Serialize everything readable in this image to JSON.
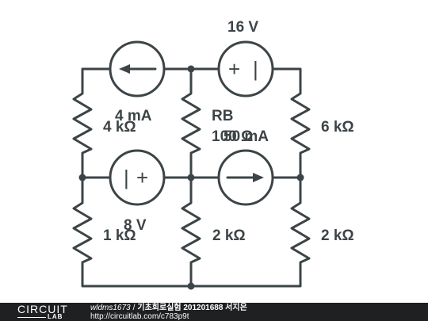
{
  "circuit": {
    "components": {
      "src_4mA": {
        "type": "current-source",
        "label": "4 mA",
        "direction": "left"
      },
      "src_16V": {
        "type": "voltage-source",
        "label": "16 V",
        "plus": "+",
        "minus": "|"
      },
      "res_left_top": {
        "type": "resistor",
        "label": "4 kΩ"
      },
      "res_rb": {
        "type": "resistor",
        "label": "RB"
      },
      "res_rb_value": {
        "label": "100 Ω"
      },
      "src_50mA": {
        "type": "current-source",
        "label": "50 mA",
        "direction": "right"
      },
      "res_right_top": {
        "type": "resistor",
        "label": "6 kΩ"
      },
      "src_8V": {
        "type": "voltage-source",
        "label": "8 V",
        "plus": "+",
        "minus": "|"
      },
      "res_left_bottom": {
        "type": "resistor",
        "label": "1 kΩ"
      },
      "res_mid_bottom": {
        "type": "resistor",
        "label": "2 kΩ"
      },
      "res_right_bottom": {
        "type": "resistor",
        "label": "2 kΩ"
      }
    }
  },
  "footer": {
    "logo_top": "CIRCUIT",
    "logo_bottom": "LAB",
    "author": "wldms1673",
    "separator": "/",
    "title": "기초회로실험 201201688 서지은",
    "url": "http://circuitlab.com/c783p9t"
  },
  "colors": {
    "ink": "#3d4447",
    "footer_bg": "#1f2021"
  }
}
